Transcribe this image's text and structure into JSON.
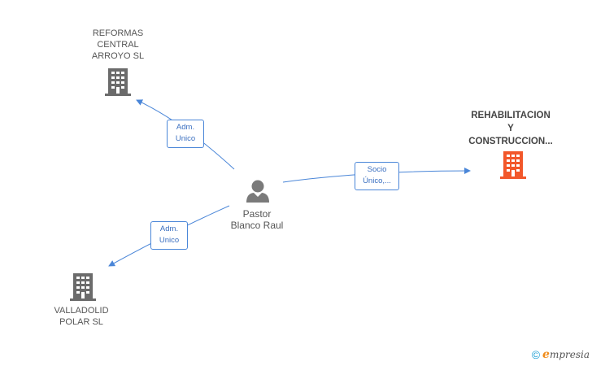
{
  "colors": {
    "edge": "#4a86d8",
    "building_gray": "#6b6b6b",
    "building_highlight": "#f2572a",
    "person": "#7a7a7a"
  },
  "nodes": {
    "reformas": {
      "label": "REFORMAS\nCENTRAL\nARROYO  SL",
      "icon": "building-icon"
    },
    "rehabilitacion": {
      "label": "REHABILITACION\nY\nCONSTRUCCION...",
      "icon": "building-icon"
    },
    "valladolid": {
      "label": "VALLADOLID\nPOLAR SL",
      "icon": "building-icon"
    },
    "person": {
      "label": "Pastor\nBlanco Raul",
      "icon": "person-icon"
    }
  },
  "edges": {
    "to_reformas": {
      "line1": "Adm.",
      "line2": "Unico"
    },
    "to_rehabilitacion": {
      "line1": "Socio",
      "line2": "Único,..."
    },
    "to_valladolid": {
      "line1": "Adm.",
      "line2": "Unico"
    }
  },
  "footer": {
    "copyright": "©",
    "brand_initial": "e",
    "brand_rest": "mpresia"
  }
}
